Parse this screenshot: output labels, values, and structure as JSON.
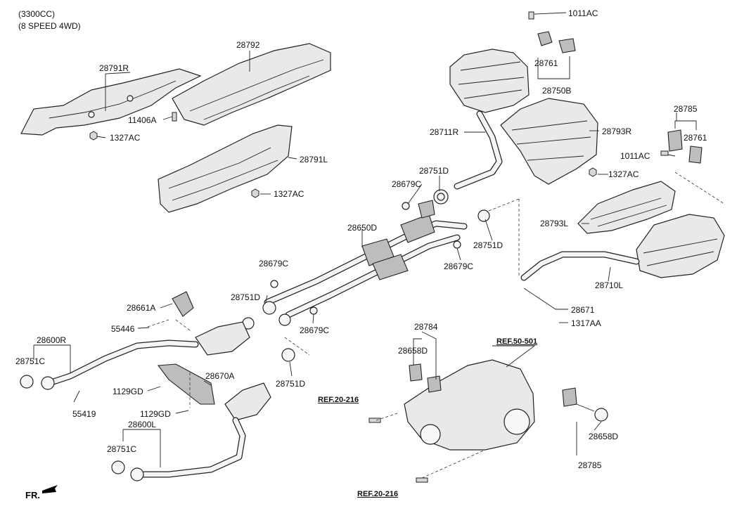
{
  "header": {
    "line1": "(3300CC)",
    "line2": "(8 SPEED 4WD)"
  },
  "labels": {
    "p28792": "28792",
    "p28791R": "28791R",
    "p11406A": "11406A",
    "p1327AC_a": "1327AC",
    "p28791L": "28791L",
    "p1327AC_b": "1327AC",
    "p1011AC_a": "1011AC",
    "p28761_a": "28761",
    "p28750B": "28750B",
    "p28711R": "28711R",
    "p28793R": "28793R",
    "p28785_a": "28785",
    "p28761_b": "28761",
    "p1011AC_b": "1011AC",
    "p1327AC_c": "1327AC",
    "p28751D_a": "28751D",
    "p28679C_a": "28679C",
    "p28793L": "28793L",
    "p28650D": "28650D",
    "p28751D_b": "28751D",
    "p28679C_b": "28679C",
    "p28710L": "28710L",
    "p28679C_c": "28679C",
    "p28751D_c": "28751D",
    "p28671": "28671",
    "p1317AA": "1317AA",
    "p28661A": "28661A",
    "p28679C_d": "28679C",
    "p55446": "55446",
    "p28784": "28784",
    "p28600R": "28600R",
    "p28658D_a": "28658D",
    "p28751C_a": "28751C",
    "p28670A": "28670A",
    "p28751D_d": "28751D",
    "p1129GD_a": "1129GD",
    "p55419": "55419",
    "p1129GD_b": "1129GD",
    "p28600L": "28600L",
    "p28751C_b": "28751C",
    "p28658D_b": "28658D",
    "p28785_b": "28785"
  },
  "refs": {
    "r1": "REF.50-501",
    "r2": "REF.20-216",
    "r3": "REF.20-216"
  },
  "footer": {
    "fr": "FR."
  }
}
